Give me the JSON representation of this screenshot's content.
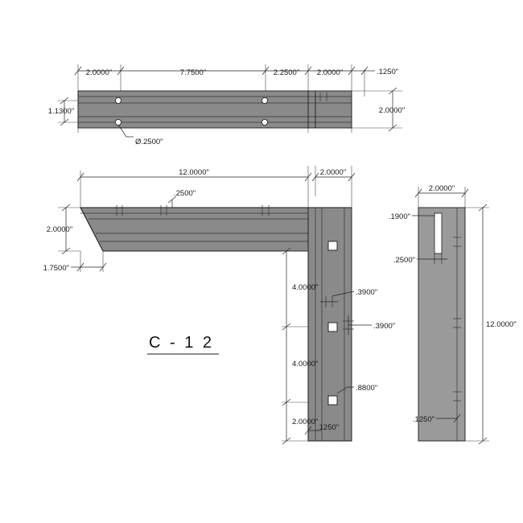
{
  "drawing": {
    "part_label": "C - 1 2",
    "background_color": "#ffffff",
    "line_color": "#1a1a1a",
    "shading_color": "#8a8a8a"
  },
  "top_view": {
    "name": "top-plan-view",
    "dimensions": {
      "d1": "2.0000\"",
      "d2": "7.7500\"",
      "d3": "2.2500\"",
      "d4": "2.0000\"",
      "d5": ".1250\"",
      "d6": "2.0000\"",
      "d7": "1.1300\"",
      "hole_note": "Ø.2500\""
    }
  },
  "front_view": {
    "name": "front-elevation-view",
    "dimensions": {
      "overall_length": "12.0000\"",
      "end_plate": "2.0000\"",
      "thickness_top": ".2500\"",
      "height_left": "2.0000\"",
      "taper": "1.7500\"",
      "spacing_1": "4.0000\"",
      "spacing_2": "4.0000\"",
      "spacing_3": "2.0000\"",
      "bottom_thk": ".1250\"",
      "slot_w": ".3900\"",
      "slot_h": ".3900\"",
      "sq_hole": ".8800\""
    }
  },
  "side_view": {
    "name": "side-elevation-view",
    "dimensions": {
      "width": "2.0000\"",
      "slot_offset": ".1900\"",
      "slot_width": ".2500\"",
      "height": "12.0000\"",
      "thickness": ".1250\""
    }
  },
  "labels": {
    "top_d1": "2.0000\"",
    "top_d2": "7.7500\"",
    "top_d3": "2.2500\"",
    "top_d4": "2.0000\"",
    "top_d5": ".1250\"",
    "top_d6": "2.0000\"",
    "top_d7": "1.1300\"",
    "top_hole": "Ø.2500\"",
    "front_len": "12.0000\"",
    "front_plate": "2.0000\"",
    "front_thk": ".2500\"",
    "front_h": "2.0000\"",
    "front_taper": "1.7500\"",
    "front_s1": "4.0000\"",
    "front_s2": "4.0000\"",
    "front_s3": "2.0000\"",
    "front_bthk": ".1250\"",
    "front_slot_w": ".3900\"",
    "front_slot_h": ".3900\"",
    "front_sq": ".8800\"",
    "side_w": "2.0000\"",
    "side_off": ".1900\"",
    "side_slot": ".2500\"",
    "side_h": "12.0000\"",
    "side_thk": ".1250\"",
    "part": "C - 1 2"
  }
}
